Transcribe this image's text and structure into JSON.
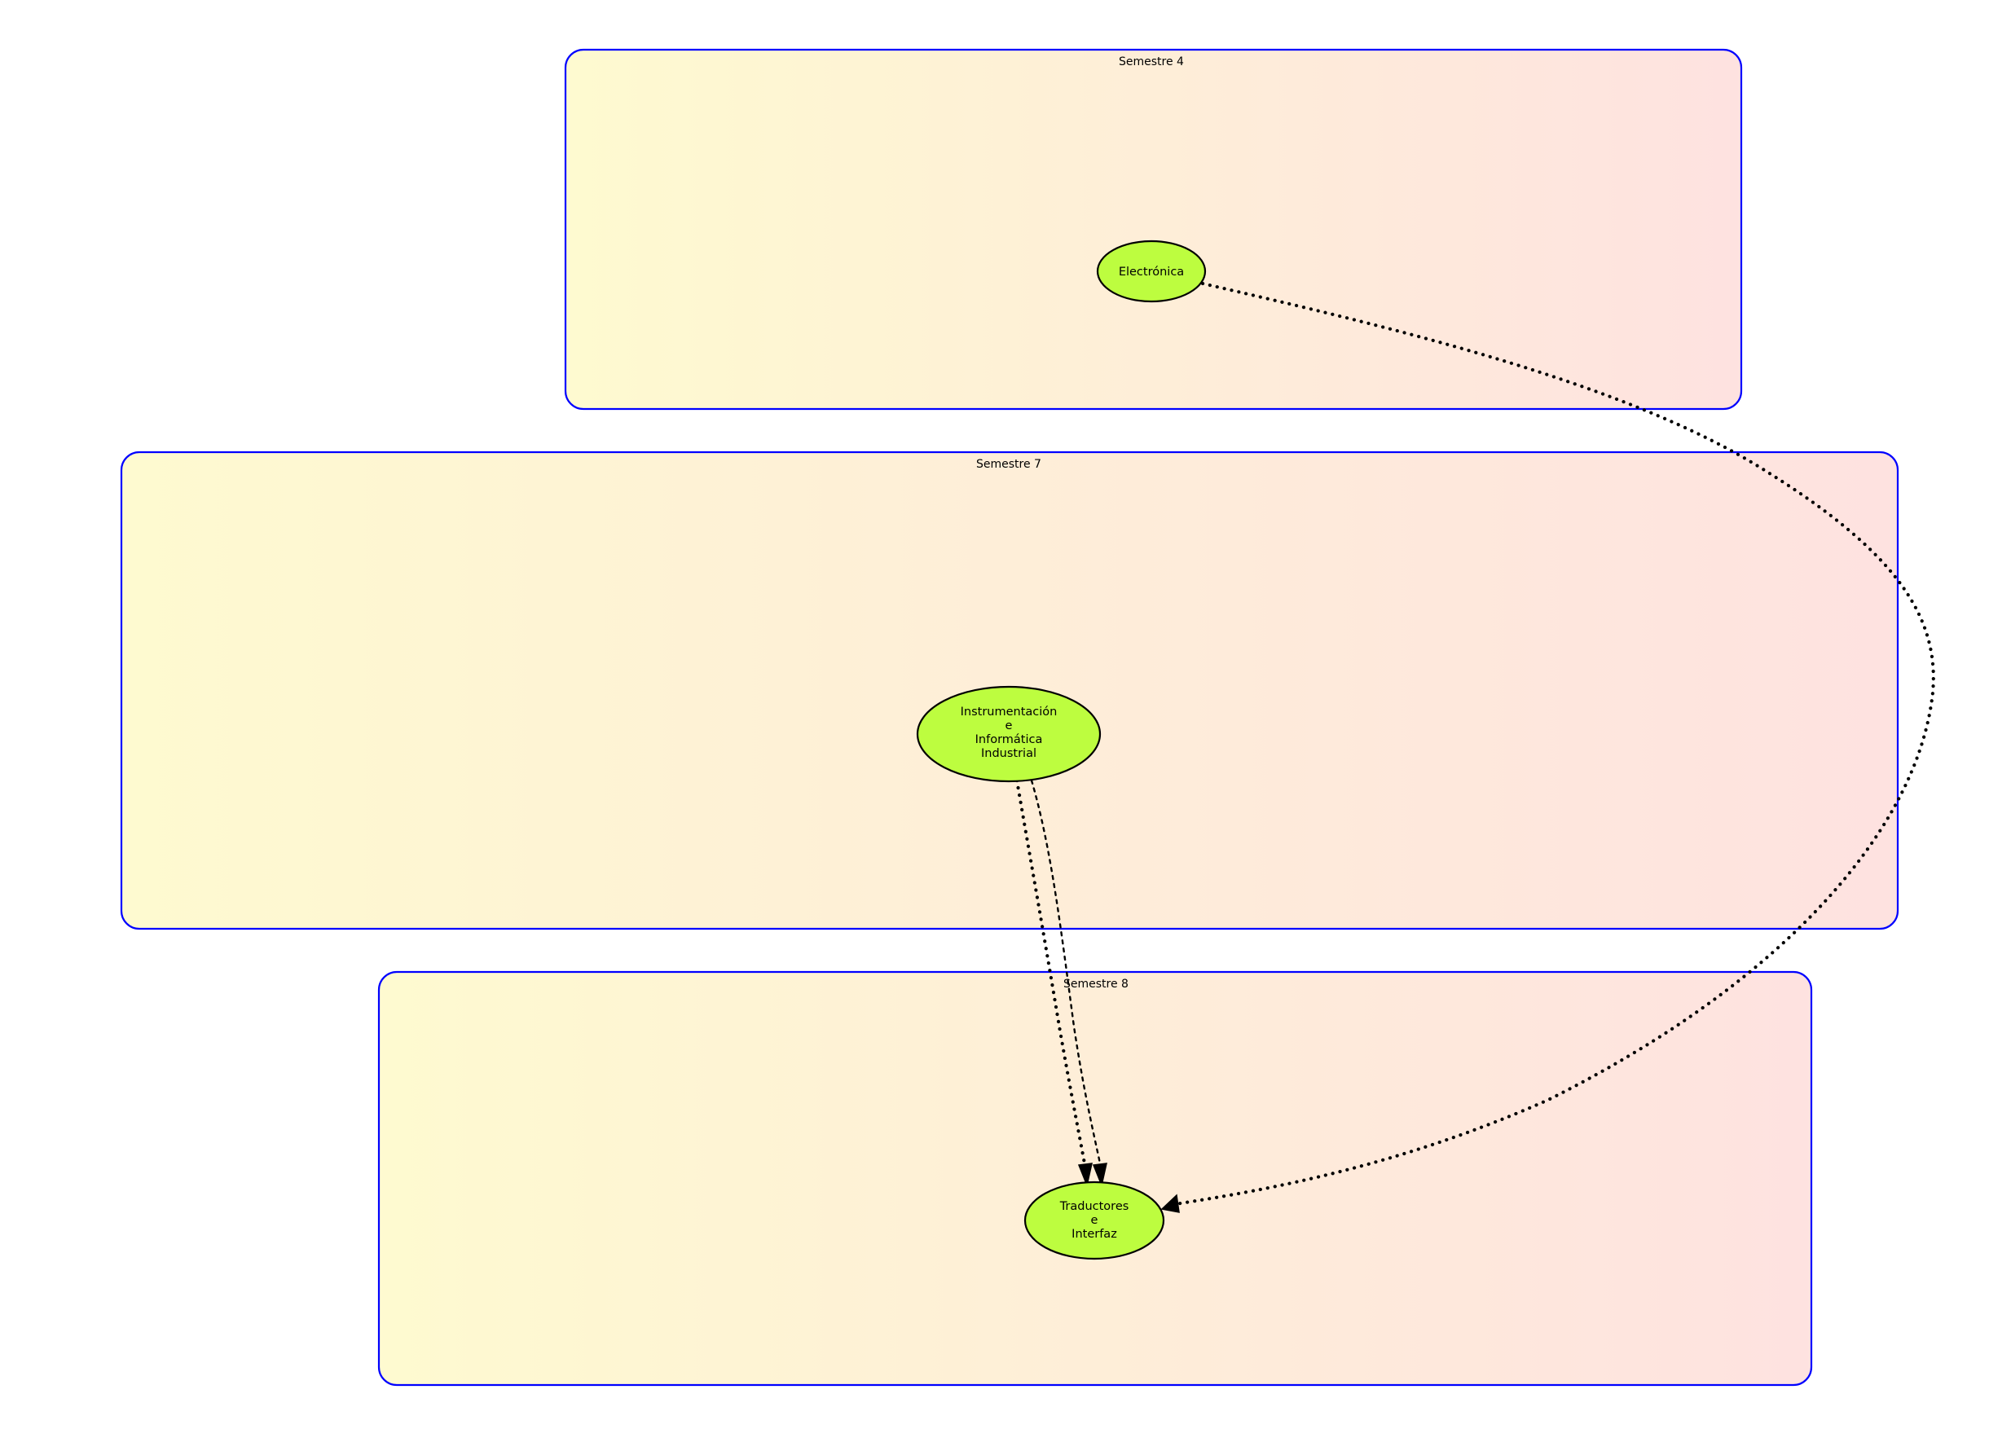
{
  "colors": {
    "cluster_border": "#0000ff",
    "cluster_gradient_start": "#fefad0",
    "cluster_gradient_end": "#fee2e0",
    "node_fill": "#bdfd3f",
    "node_border": "#000000",
    "edge": "#000000",
    "background": "#ffffff"
  },
  "clusters": [
    {
      "id": "sem4",
      "label": "Semestre 4"
    },
    {
      "id": "sem7",
      "label": "Semestre 7"
    },
    {
      "id": "sem8",
      "label": "Semestre 8"
    }
  ],
  "nodes": [
    {
      "id": "electronica",
      "cluster": "sem4",
      "lines": [
        "Electrónica"
      ]
    },
    {
      "id": "instrumentacion",
      "cluster": "sem7",
      "lines": [
        "Instrumentación",
        "e",
        "Informática",
        "Industrial"
      ]
    },
    {
      "id": "traductores",
      "cluster": "sem8",
      "lines": [
        "Traductores",
        "e",
        "Interfaz"
      ]
    }
  ],
  "edges": [
    {
      "from": "electronica",
      "to": "traductores",
      "style": "dotted-bold"
    },
    {
      "from": "instrumentacion",
      "to": "traductores",
      "style": "dotted-bold"
    },
    {
      "from": "instrumentacion",
      "to": "traductores",
      "style": "dotted-thin"
    }
  ]
}
